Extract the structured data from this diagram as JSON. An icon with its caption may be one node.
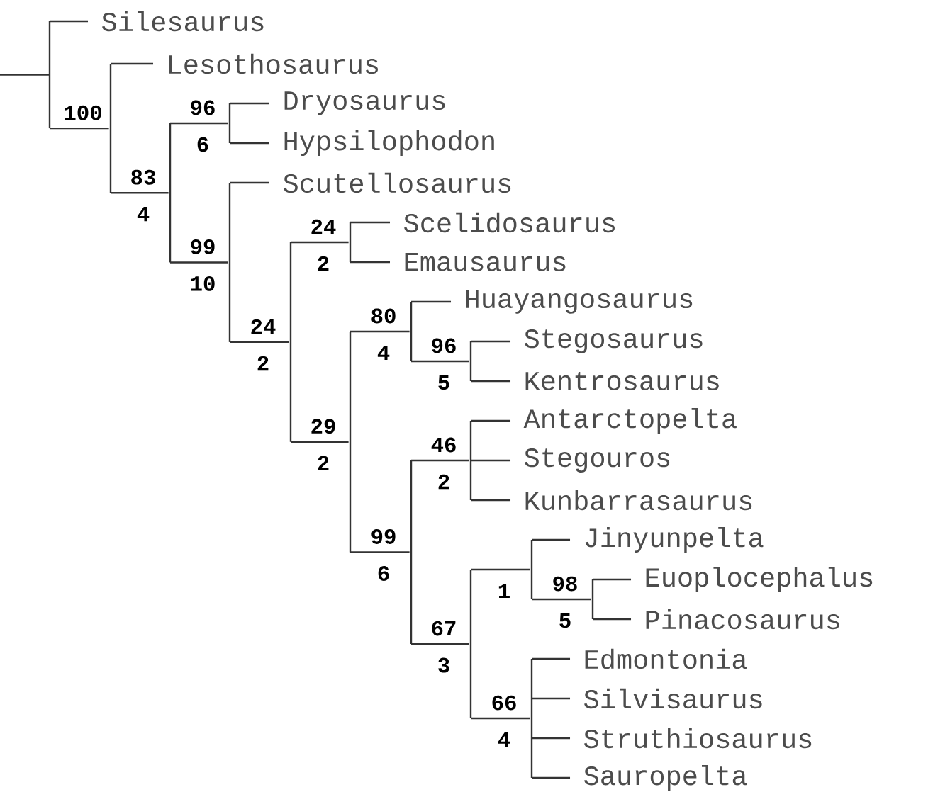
{
  "diagram": {
    "nodes": [
      {
        "text": [],
        "shape": "bar"
      },
      {
        "text": [
          "Silesaurus"
        ]
      },
      {
        "text": [],
        "shape": "bar",
        "beside": [
          "100"
        ]
      },
      {
        "text": [
          "Lesothosaurus"
        ]
      },
      {
        "text": [],
        "shape": "bar",
        "beside": [
          "83",
          "4"
        ]
      },
      {
        "text": [],
        "shape": "bar",
        "beside": [
          "96",
          "6"
        ]
      },
      {
        "text": [
          "Dryosaurus"
        ]
      },
      {
        "text": [
          "Hypsilophodon"
        ]
      },
      {
        "text": [],
        "shape": "bar",
        "beside": [
          "99",
          "10"
        ]
      },
      {
        "text": [
          "Scutellosaurus"
        ]
      },
      {
        "text": [],
        "shape": "bar",
        "beside": [
          "24",
          "2"
        ]
      },
      {
        "text": [],
        "shape": "bar",
        "beside": [
          "24",
          "2"
        ]
      },
      {
        "text": [
          "Scelidosaurus"
        ]
      },
      {
        "text": [
          "Emausaurus"
        ]
      },
      {
        "text": [],
        "shape": "bar",
        "beside": [
          "29",
          "2"
        ]
      },
      {
        "text": [],
        "shape": "bar",
        "beside": [
          "80",
          "4"
        ]
      },
      {
        "text": [
          "Huayangosaurus"
        ]
      },
      {
        "text": [],
        "shape": "bar",
        "beside": [
          "96",
          "5"
        ]
      },
      {
        "text": [
          "Stegosaurus"
        ]
      },
      {
        "text": [
          "Kentrosaurus"
        ]
      },
      {
        "text": [],
        "shape": "bar",
        "beside": [
          "99",
          "6"
        ]
      },
      {
        "text": [],
        "shape": "bar",
        "beside": [
          "46",
          "2"
        ]
      },
      {
        "text": [
          "Antarctopelta"
        ]
      },
      {
        "text": [
          "Stegouros"
        ]
      },
      {
        "text": [
          "Kunbarrasaurus"
        ]
      },
      {
        "text": [],
        "shape": "bar",
        "beside": [
          "67",
          "3"
        ]
      },
      {
        "text": [],
        "shape": "bar",
        "beside": [
          "1"
        ]
      },
      {
        "text": [
          "Jinyunpelta"
        ]
      },
      {
        "text": [],
        "shape": "bar",
        "beside": [
          "98",
          "5"
        ]
      },
      {
        "text": [
          "Euoplocephalus"
        ]
      },
      {
        "text": [
          "Pinacosaurus"
        ]
      },
      {
        "text": [],
        "shape": "bar",
        "beside": [
          "66",
          "4"
        ]
      },
      {
        "text": [
          "Edmontonia"
        ]
      },
      {
        "text": [
          "Silvisaurus"
        ]
      },
      {
        "text": [
          "Struthiosaurus"
        ]
      },
      {
        "text": [
          "Sauropelta"
        ]
      }
    ],
    "edges": [
      {
        "from": null,
        "to": 0,
        "arrow": "none"
      },
      {
        "from": 0,
        "to": 1,
        "arrow": "none"
      },
      {
        "from": 0,
        "to": 2,
        "arrow": "none"
      },
      {
        "from": 2,
        "to": 3,
        "arrow": "none"
      },
      {
        "from": 2,
        "to": 4,
        "arrow": "none"
      },
      {
        "from": 4,
        "to": 5,
        "arrow": "none"
      },
      {
        "from": 5,
        "to": 6,
        "arrow": "none"
      },
      {
        "from": 5,
        "to": 7,
        "arrow": "none"
      },
      {
        "from": 4,
        "to": 8,
        "arrow": "none"
      },
      {
        "from": 8,
        "to": 9,
        "arrow": "none"
      },
      {
        "from": 8,
        "to": 10,
        "arrow": "none"
      },
      {
        "from": 10,
        "to": 11,
        "arrow": "none"
      },
      {
        "from": 11,
        "to": 12,
        "arrow": "none"
      },
      {
        "from": 11,
        "to": 13,
        "arrow": "none"
      },
      {
        "from": 10,
        "to": 14,
        "arrow": "none"
      },
      {
        "from": 14,
        "to": 15,
        "arrow": "none"
      },
      {
        "from": 15,
        "to": 16,
        "arrow": "none"
      },
      {
        "from": 15,
        "to": 17,
        "arrow": "none"
      },
      {
        "from": 17,
        "to": 18,
        "arrow": "none"
      },
      {
        "from": 17,
        "to": 19,
        "arrow": "none"
      },
      {
        "from": 14,
        "to": 20,
        "arrow": "none"
      },
      {
        "from": 20,
        "to": 21,
        "arrow": "none"
      },
      {
        "from": 21,
        "to": 22,
        "arrow": "none"
      },
      {
        "from": 21,
        "to": 23,
        "arrow": "none"
      },
      {
        "from": 21,
        "to": 24,
        "arrow": "none"
      },
      {
        "from": 20,
        "to": 25,
        "arrow": "none"
      },
      {
        "from": 25,
        "to": 26,
        "arrow": "none"
      },
      {
        "from": 26,
        "to": 27,
        "arrow": "none"
      },
      {
        "from": 26,
        "to": 28,
        "arrow": "none"
      },
      {
        "from": 28,
        "to": 29,
        "arrow": "none"
      },
      {
        "from": 28,
        "to": 30,
        "arrow": "none"
      },
      {
        "from": 25,
        "to": 31,
        "arrow": "none"
      },
      {
        "from": 31,
        "to": 32,
        "arrow": "none"
      },
      {
        "from": 31,
        "to": 33,
        "arrow": "none"
      },
      {
        "from": 31,
        "to": 34,
        "arrow": "none"
      },
      {
        "from": 31,
        "to": 35,
        "arrow": "none"
      }
    ]
  }
}
